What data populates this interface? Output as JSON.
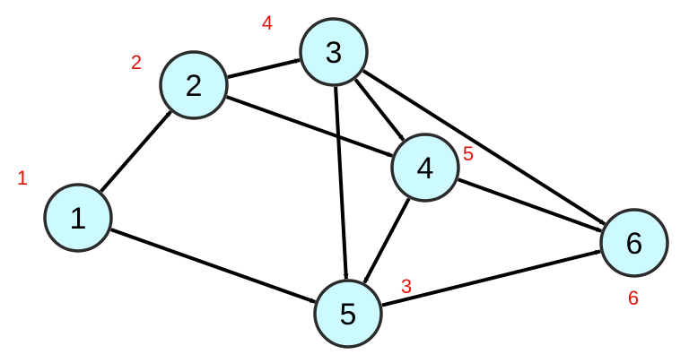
{
  "colors": {
    "node_fill": "#ccfaff",
    "node_stroke": "#2b2b2b",
    "edge": "#000000",
    "order_label": "#e3120b"
  },
  "nodes": [
    {
      "id": "1",
      "label": "1",
      "order": "1"
    },
    {
      "id": "2",
      "label": "2",
      "order": "2"
    },
    {
      "id": "3",
      "label": "3",
      "order": "4"
    },
    {
      "id": "4",
      "label": "4",
      "order": "5"
    },
    {
      "id": "5",
      "label": "5",
      "order": "3"
    },
    {
      "id": "6",
      "label": "6",
      "order": "6"
    }
  ],
  "edges": [
    {
      "from": "1",
      "to": "2"
    },
    {
      "from": "1",
      "to": "5"
    },
    {
      "from": "2",
      "to": "3"
    },
    {
      "from": "2",
      "to": "4"
    },
    {
      "from": "3",
      "to": "4"
    },
    {
      "from": "3",
      "to": "5"
    },
    {
      "from": "3",
      "to": "6"
    },
    {
      "from": "4",
      "to": "5"
    },
    {
      "from": "4",
      "to": "6"
    },
    {
      "from": "5",
      "to": "6"
    }
  ]
}
